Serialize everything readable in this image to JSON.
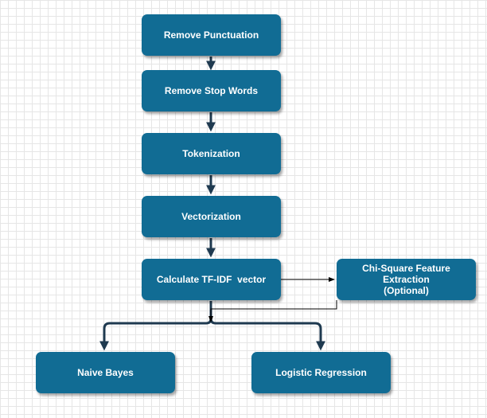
{
  "diagram": {
    "nodes": {
      "remove_punctuation": "Remove Punctuation",
      "remove_stop_words": "Remove Stop Words",
      "tokenization": "Tokenization",
      "vectorization": "Vectorization",
      "tfidf": "Calculate TF-IDF  vector",
      "chi_square": "Chi-Square Feature Extraction\n(Optional)",
      "naive_bayes": "Naive Bayes",
      "logistic_regression": "Logistic Regression"
    },
    "colors": {
      "node_fill": "#116c94",
      "node_text": "#ffffff",
      "thick_connector": "#1f3a50",
      "thin_connector": "#000000",
      "grid": "#e6e6e6"
    }
  }
}
